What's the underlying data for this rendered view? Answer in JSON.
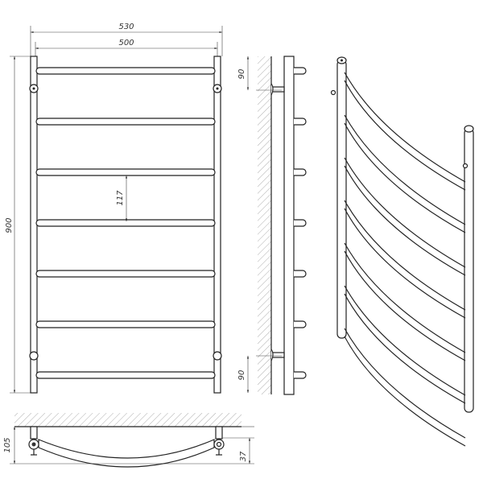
{
  "title": "Towel rail dimension drawing",
  "dimensions": {
    "overall_width": "530",
    "center_width": "500",
    "height": "900",
    "rung_spacing": "117",
    "top_bracket_offset": "90",
    "bottom_bracket_offset": "90",
    "wall_depth": "105",
    "bracket_offset": "37"
  },
  "rung_count": 7
}
